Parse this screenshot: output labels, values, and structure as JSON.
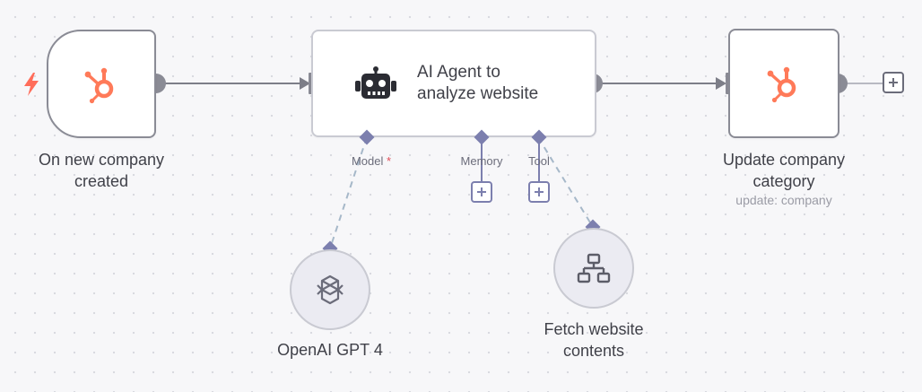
{
  "canvas": {
    "connections": [
      "main",
      "main",
      "main"
    ]
  },
  "nodes": {
    "trigger": {
      "label_line1": "On new company",
      "label_line2": "created",
      "icon": "hubspot-icon",
      "trigger_icon": "lightning-bolt-icon"
    },
    "agent": {
      "title_line1": "AI Agent to",
      "title_line2": "analyze website",
      "icon": "robot-icon",
      "ports": {
        "model": "Model",
        "model_required": "*",
        "memory": "Memory",
        "tool": "Tool"
      }
    },
    "update": {
      "label_line1": "Update company",
      "label_line2": "category",
      "subtitle": "update: company",
      "icon": "hubspot-icon"
    },
    "openai": {
      "label": "OpenAI GPT 4",
      "icon": "openai-icon"
    },
    "fetch": {
      "label_line1": "Fetch website",
      "label_line2": "contents",
      "icon": "network-icon"
    }
  },
  "colors": {
    "hubspot_orange": "#ff7a59",
    "trigger_bolt": "#ff6d5a",
    "port_purple": "#7c7fae",
    "connection_gray": "#7d7e88",
    "sub_node_bg": "#ebebf2"
  }
}
